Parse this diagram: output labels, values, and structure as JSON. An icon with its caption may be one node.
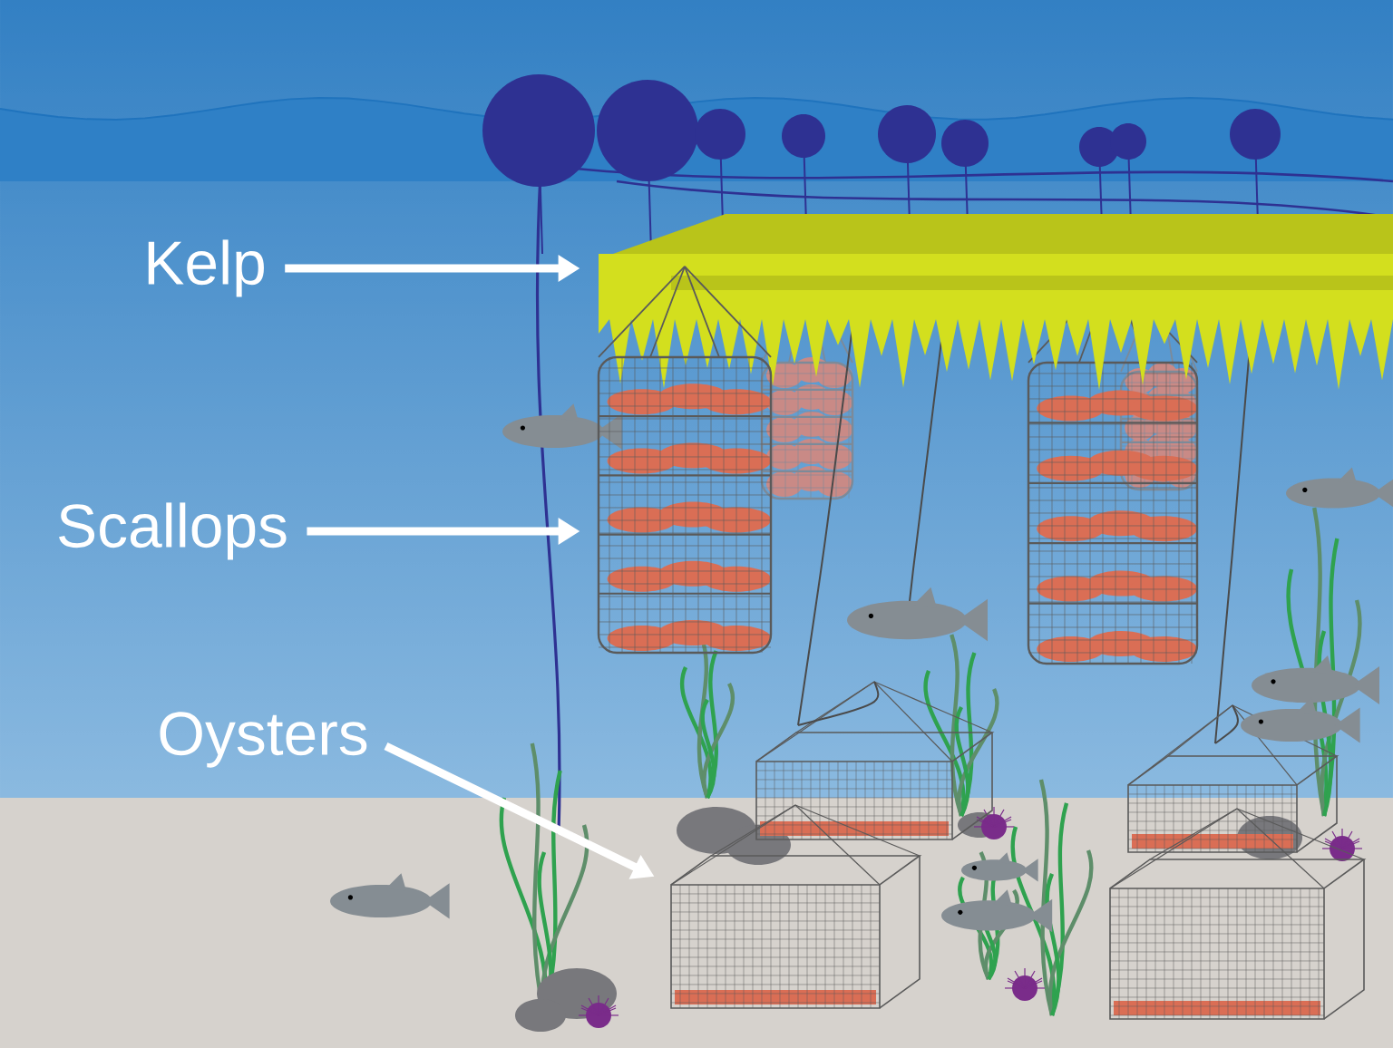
{
  "diagram": {
    "nodes": [
      {
        "text": [
          "Kelp"
        ]
      },
      {
        "text": [
          "Scallops"
        ]
      },
      {
        "text": [
          "Oysters"
        ]
      },
      {
        "text": [],
        "shape": "picture"
      },
      {
        "text": [],
        "shape": "picture"
      },
      {
        "text": [],
        "shape": "picture"
      }
    ],
    "edges": [
      {
        "from": 0,
        "to": 3,
        "arrow": "to"
      },
      {
        "from": 1,
        "to": 4,
        "arrow": "to"
      },
      {
        "from": 2,
        "to": 5,
        "arrow": "to"
      }
    ]
  }
}
